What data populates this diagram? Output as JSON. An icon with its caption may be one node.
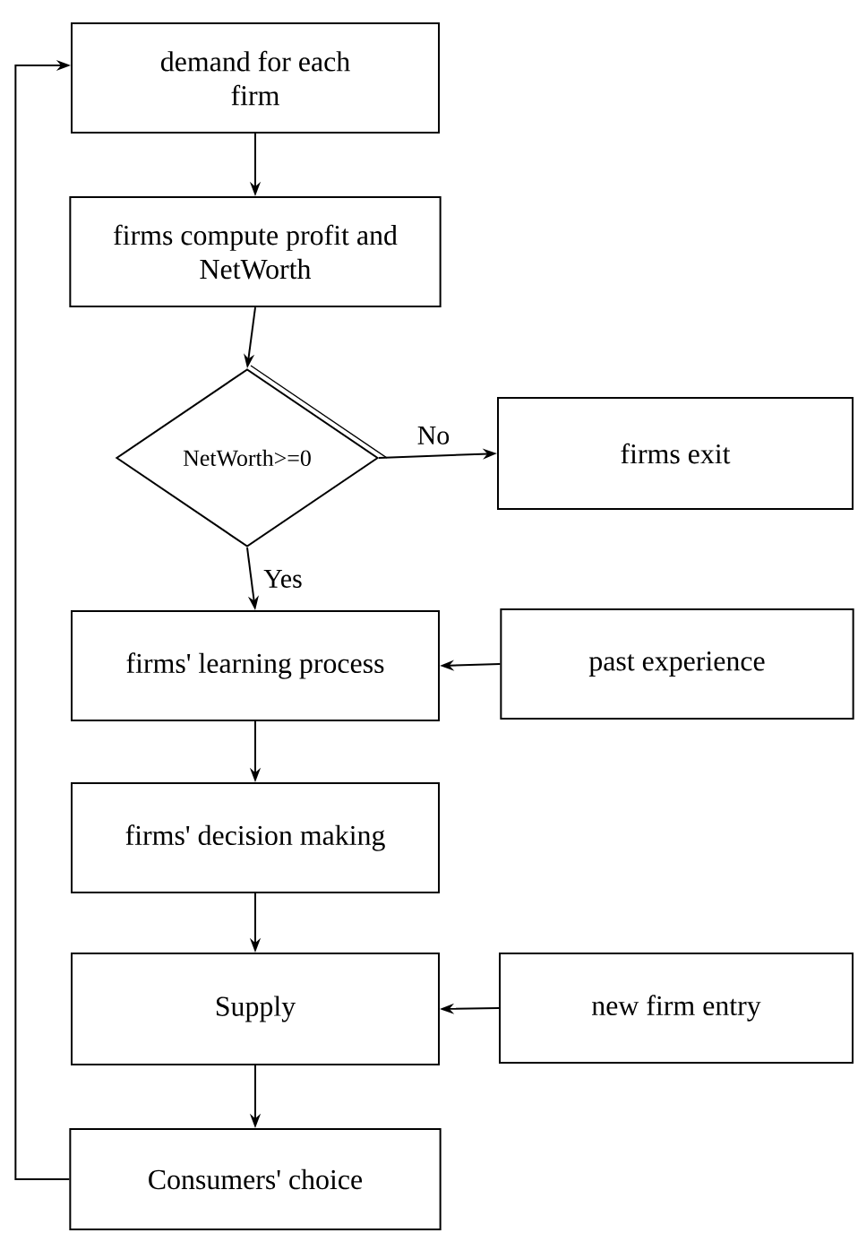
{
  "diagram": {
    "nodes": [
      {
        "text": [
          "demand for each firm"
        ]
      },
      {
        "text": [
          "firms compute profit and NetWorth"
        ]
      },
      {
        "text": [
          "NetWorth>=0"
        ]
      },
      {
        "text": [
          "firms exit"
        ]
      },
      {
        "text": [
          "firms' learning process"
        ]
      },
      {
        "text": [
          "past experience"
        ]
      },
      {
        "text": [
          "firms' decision making"
        ]
      },
      {
        "text": [
          "Supply"
        ]
      },
      {
        "text": [
          "new firm entry"
        ]
      },
      {
        "text": [
          "Consumers' choice"
        ]
      }
    ],
    "edges": [
      {
        "from": 0,
        "to": 1,
        "arrow": "to"
      },
      {
        "from": 1,
        "to": 2,
        "arrow": "to"
      },
      {
        "from": 2,
        "to": 3,
        "arrow": "to",
        "label": "No"
      },
      {
        "from": 2,
        "to": 4,
        "arrow": "to",
        "label": "Yes"
      },
      {
        "from": 5,
        "to": 4,
        "arrow": "to"
      },
      {
        "from": 4,
        "to": 6,
        "arrow": "to"
      },
      {
        "from": 6,
        "to": 7,
        "arrow": "to"
      },
      {
        "from": 8,
        "to": 7,
        "arrow": "to"
      },
      {
        "from": 7,
        "to": 9,
        "arrow": "to"
      },
      {
        "from": 9,
        "to": 0,
        "arrow": "to"
      }
    ]
  }
}
